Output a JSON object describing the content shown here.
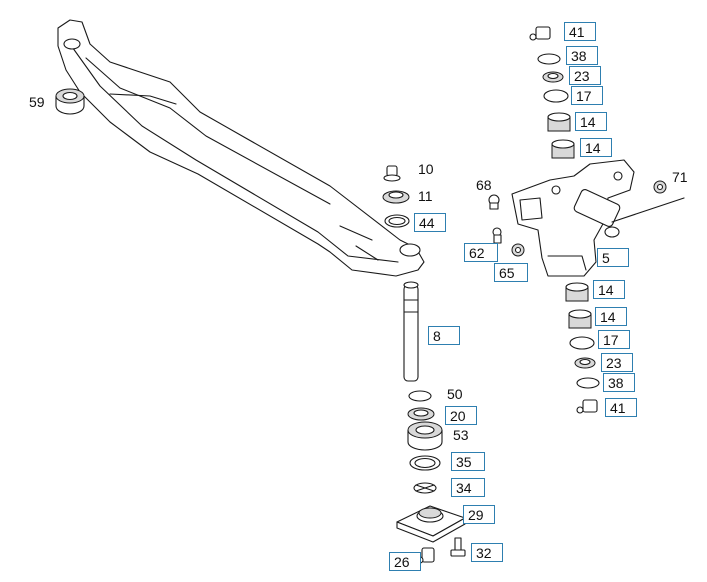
{
  "accent_color": "#2e7fb0",
  "callouts": [
    {
      "id": "c41a",
      "label": "41",
      "boxed": true
    },
    {
      "id": "c38a",
      "label": "38",
      "boxed": true
    },
    {
      "id": "c23a",
      "label": "23",
      "boxed": true
    },
    {
      "id": "c17a",
      "label": "17",
      "boxed": true
    },
    {
      "id": "c14a",
      "label": "14",
      "boxed": true
    },
    {
      "id": "c14b",
      "label": "14",
      "boxed": true
    },
    {
      "id": "c59",
      "label": "59",
      "boxed": false
    },
    {
      "id": "c10",
      "label": "10",
      "boxed": false
    },
    {
      "id": "c11",
      "label": "11",
      "boxed": false
    },
    {
      "id": "c44",
      "label": "44",
      "boxed": true
    },
    {
      "id": "c68",
      "label": "68",
      "boxed": false
    },
    {
      "id": "c71",
      "label": "71",
      "boxed": false
    },
    {
      "id": "c62",
      "label": "62",
      "boxed": true
    },
    {
      "id": "c65",
      "label": "65",
      "boxed": true
    },
    {
      "id": "c5",
      "label": "5",
      "boxed": true
    },
    {
      "id": "c14c",
      "label": "14",
      "boxed": true
    },
    {
      "id": "c14d",
      "label": "14",
      "boxed": true
    },
    {
      "id": "c8",
      "label": "8",
      "boxed": true
    },
    {
      "id": "c17b",
      "label": "17",
      "boxed": true
    },
    {
      "id": "c23b",
      "label": "23",
      "boxed": true
    },
    {
      "id": "c38b",
      "label": "38",
      "boxed": true
    },
    {
      "id": "c41b",
      "label": "41",
      "boxed": true
    },
    {
      "id": "c50",
      "label": "50",
      "boxed": false
    },
    {
      "id": "c20",
      "label": "20",
      "boxed": true
    },
    {
      "id": "c53",
      "label": "53",
      "boxed": false
    },
    {
      "id": "c35",
      "label": "35",
      "boxed": true
    },
    {
      "id": "c34",
      "label": "34",
      "boxed": true
    },
    {
      "id": "c29",
      "label": "29",
      "boxed": true
    },
    {
      "id": "c32",
      "label": "32",
      "boxed": true
    },
    {
      "id": "c26",
      "label": "26",
      "boxed": true
    }
  ]
}
